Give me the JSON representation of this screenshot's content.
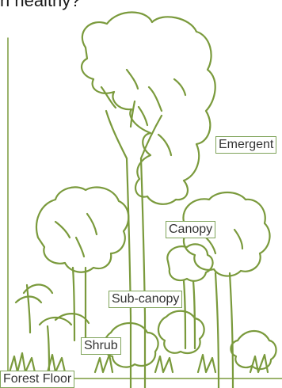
{
  "header_text": "n healthy?",
  "colors": {
    "outline": "#7a9a3c",
    "label_border": "#7fa35a"
  },
  "labels": {
    "emergent": "Emergent",
    "canopy": "Canopy",
    "sub_canopy": "Sub-canopy",
    "shrub": "Shrub",
    "forest_floor": "Forest Floor"
  }
}
